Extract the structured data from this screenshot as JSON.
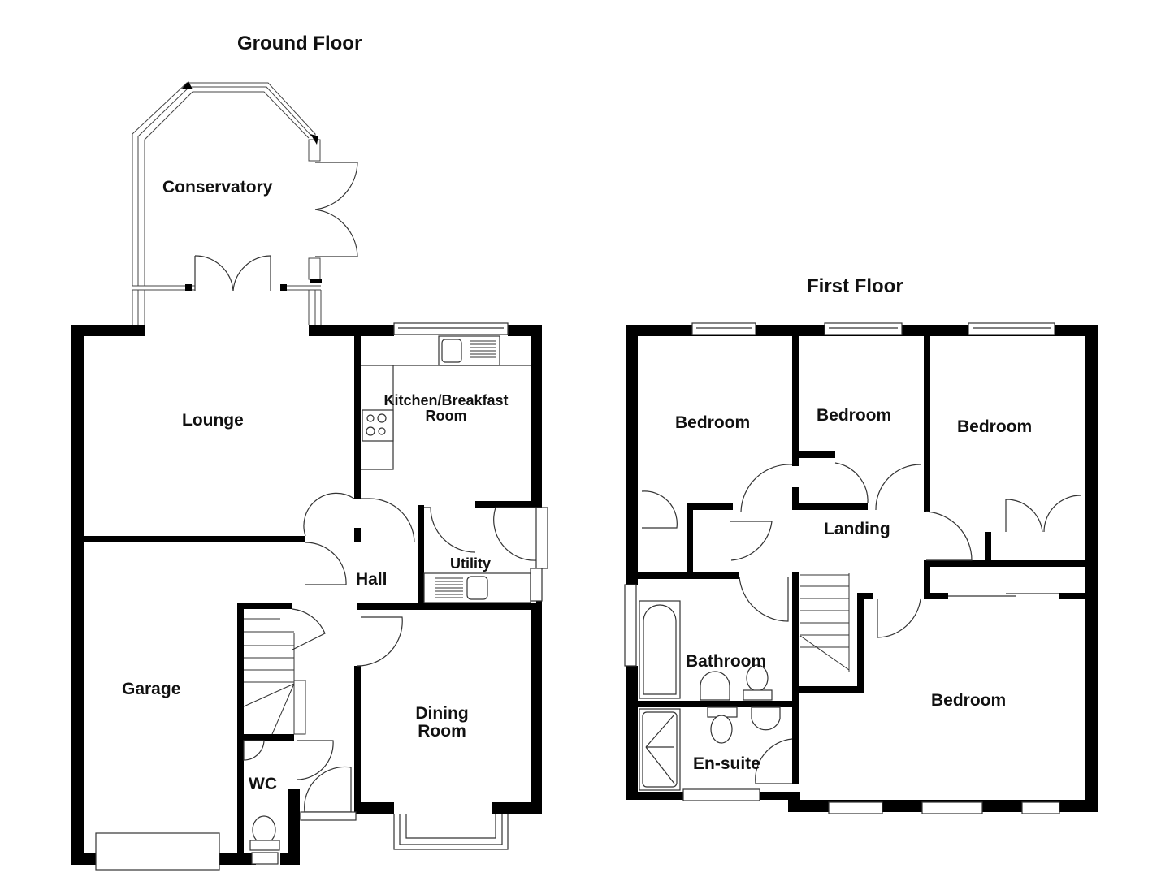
{
  "floors": {
    "ground": {
      "title": "Ground Floor",
      "rooms": {
        "conservatory": "Conservatory",
        "lounge": "Lounge",
        "kitchen_line1": "Kitchen/Breakfast",
        "kitchen_line2": "Room",
        "utility": "Utility",
        "hall": "Hall",
        "garage": "Garage",
        "dining_line1": "Dining",
        "dining_line2": "Room",
        "wc": "WC"
      }
    },
    "first": {
      "title": "First Floor",
      "rooms": {
        "bedroom_1": "Bedroom",
        "bedroom_2": "Bedroom",
        "bedroom_3": "Bedroom",
        "landing": "Landing",
        "bathroom": "Bathroom",
        "bedroom_4": "Bedroom",
        "ensuite": "En-suite"
      }
    }
  },
  "colors": {
    "wall": "#000000",
    "fixture_line": "#333333",
    "background": "#ffffff"
  }
}
